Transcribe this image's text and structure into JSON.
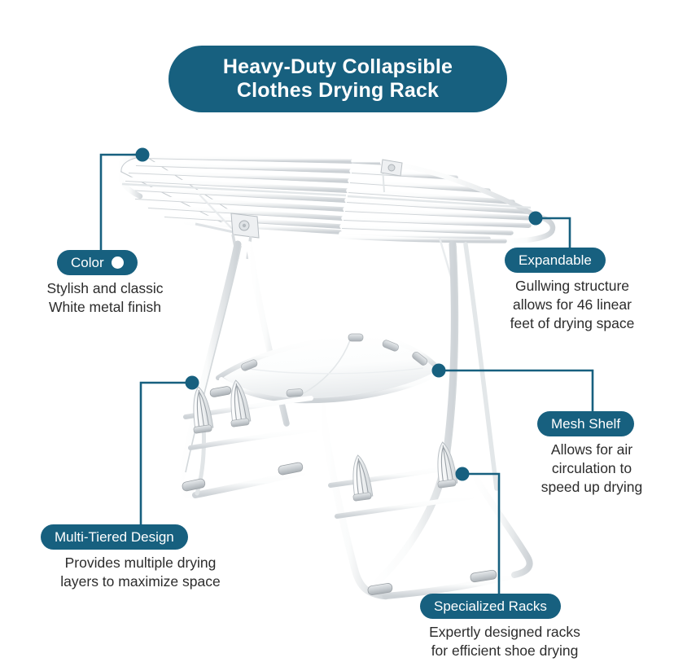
{
  "title": {
    "line1": "Heavy-Duty Collapsible",
    "line2": "Clothes Drying Rack"
  },
  "colors": {
    "brand_blue": "#17607f",
    "text_dark": "#2c2c2c",
    "background": "#ffffff",
    "product_white": "#ffffff",
    "product_shadow": "#d7dadd"
  },
  "product": {
    "name": "white gullwing clothes drying rack",
    "alt": "Collapsible white metal clothes drying rack with gullwing side panels, mesh shelf and shoe racks"
  },
  "callouts": [
    {
      "id": "color",
      "label": "Color",
      "swatch": "#ffffff",
      "has_swatch": true,
      "description": "Stylish and classic\nWhite metal finish"
    },
    {
      "id": "expandable",
      "label": "Expandable",
      "has_swatch": false,
      "description": "Gullwing structure\nallows for 46 linear\nfeet of drying space"
    },
    {
      "id": "mesh-shelf",
      "label": "Mesh Shelf",
      "has_swatch": false,
      "description": "Allows for air\ncirculation to\nspeed up drying"
    },
    {
      "id": "multi-tiered-design",
      "label": "Multi-Tiered Design",
      "has_swatch": false,
      "description": "Provides multiple drying\nlayers to maximize space"
    },
    {
      "id": "specialized-racks",
      "label": "Specialized Racks",
      "has_swatch": false,
      "description": "Expertly designed racks\nfor efficient shoe drying"
    }
  ]
}
